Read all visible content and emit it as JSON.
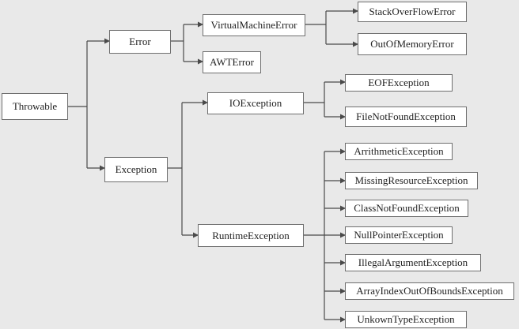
{
  "diagram": {
    "nodes": {
      "throwable": "Throwable",
      "error": "Error",
      "exception": "Exception",
      "virtual_machine_error": "VirtualMachineError",
      "awt_error": "AWTError",
      "stack_overflow_error": "StackOverFlowError",
      "out_of_memory_error": "OutOfMemoryError",
      "io_exception": "IOException",
      "runtime_exception": "RuntimeException",
      "eof_exception": "EOFException",
      "file_not_found_exception": "FileNotFoundException",
      "arithmetic_exception": "ArrithmeticException",
      "missing_resource_exception": "MissingResourceException",
      "class_not_found_exception": "ClassNotFoundException",
      "null_pointer_exception": "NullPointerException",
      "illegal_argument_exception": "IllegalArgumentException",
      "array_index_out_of_bounds_exception": "ArrayIndexOutOfBoundsException",
      "unkown_type_exception": "UnkownTypeException"
    },
    "colors": {
      "background": "#e9e9e9",
      "box_fill": "#ffffff",
      "box_border": "#6f6f6f",
      "line": "#4a4a4a"
    }
  }
}
